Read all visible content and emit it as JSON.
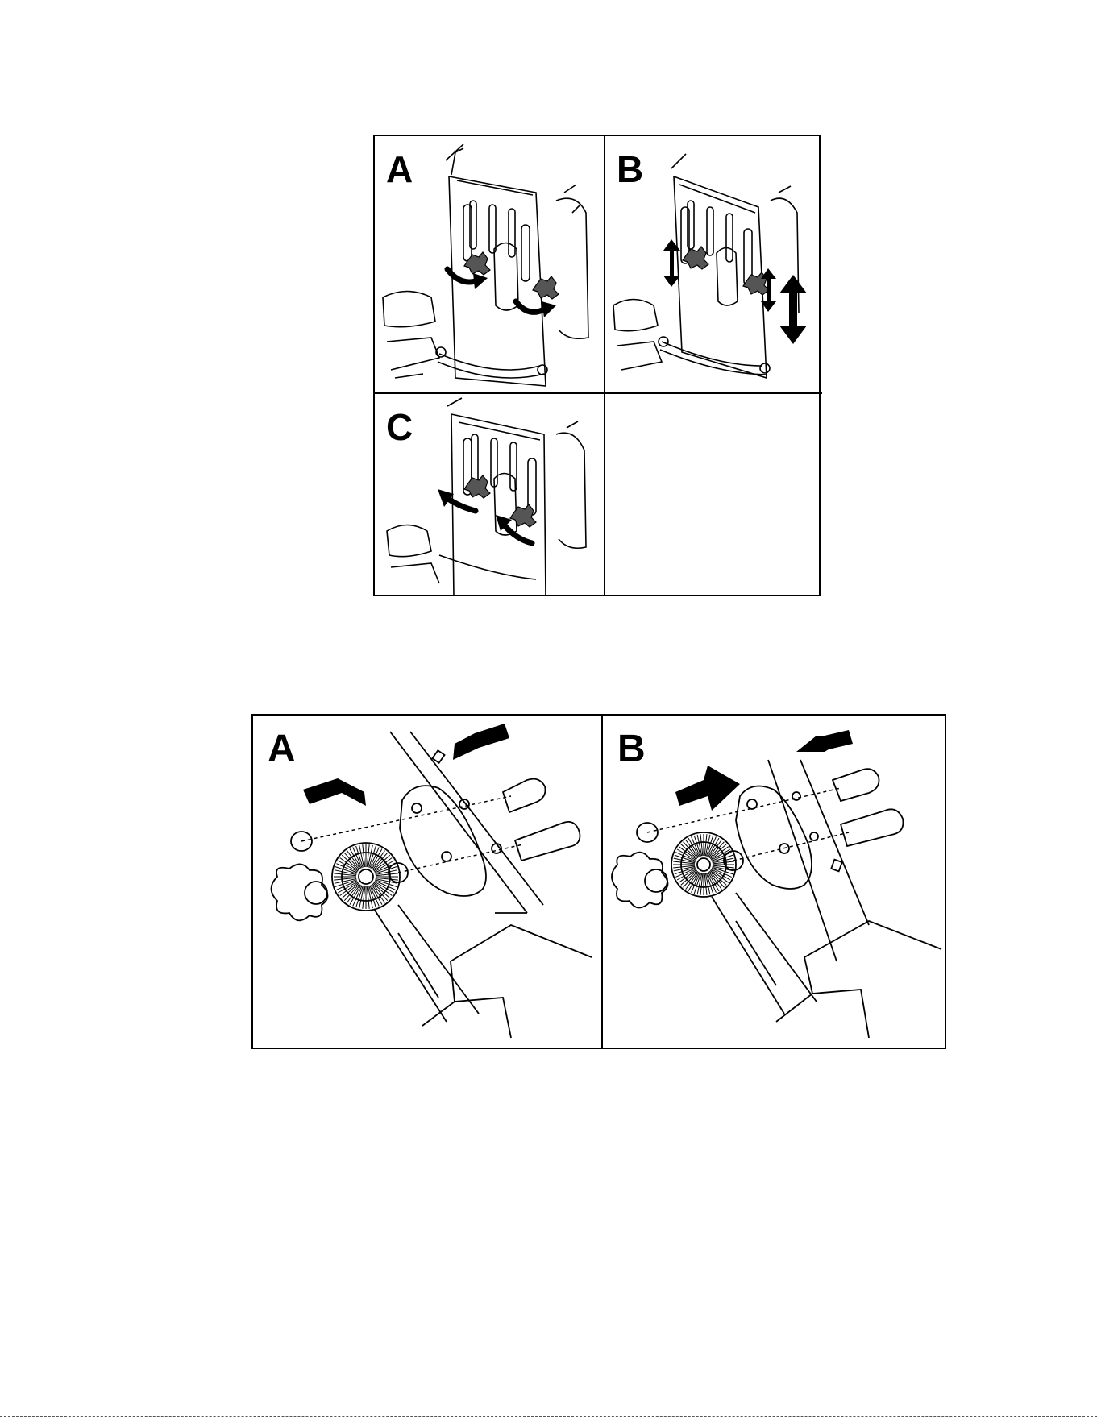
{
  "figure_1": {
    "panels": [
      {
        "label": "A"
      },
      {
        "label": "B"
      },
      {
        "label": "C"
      }
    ]
  },
  "figure_2": {
    "panels": [
      {
        "label": "A"
      },
      {
        "label": "B"
      }
    ]
  }
}
